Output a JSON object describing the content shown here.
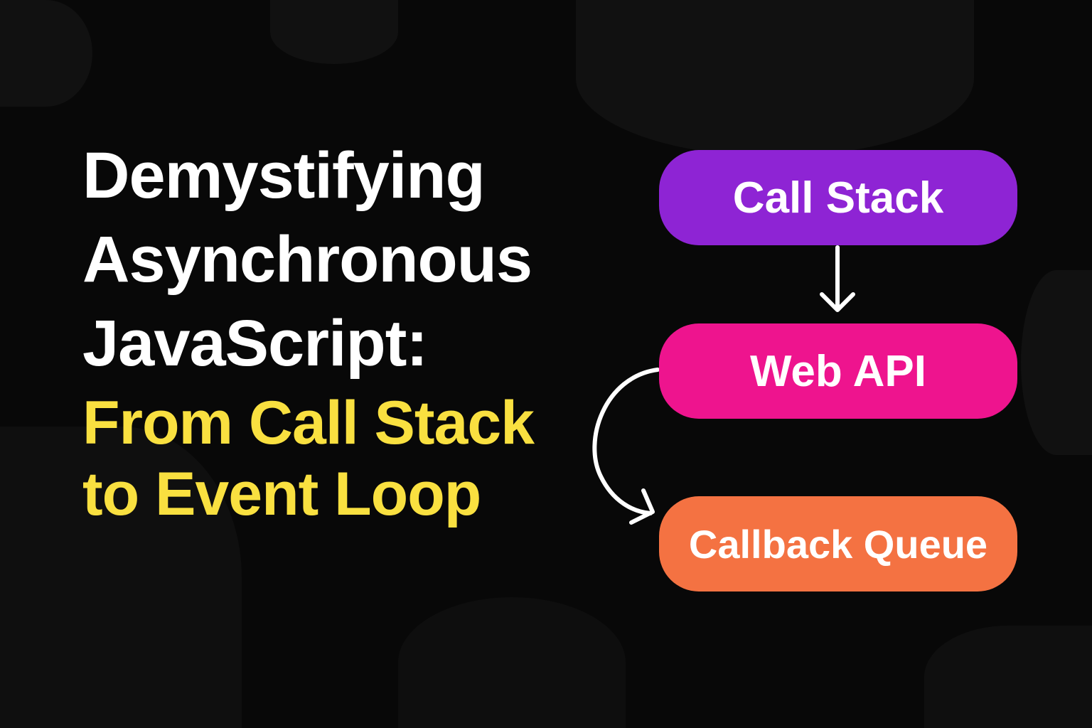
{
  "title": {
    "lines": [
      "Demystifying",
      "Asynchronous",
      "JavaScript:"
    ],
    "subtitle_lines": [
      "From Call Stack",
      "to Event Loop"
    ]
  },
  "diagram": {
    "nodes": [
      {
        "label": "Call Stack",
        "color": "#8e24d4"
      },
      {
        "label": "Web API",
        "color": "#ee148e"
      },
      {
        "label": "Callback Queue",
        "color": "#f47242"
      }
    ]
  },
  "colors": {
    "background": "#080808",
    "accent": "#f9e040",
    "text": "#ffffff"
  }
}
